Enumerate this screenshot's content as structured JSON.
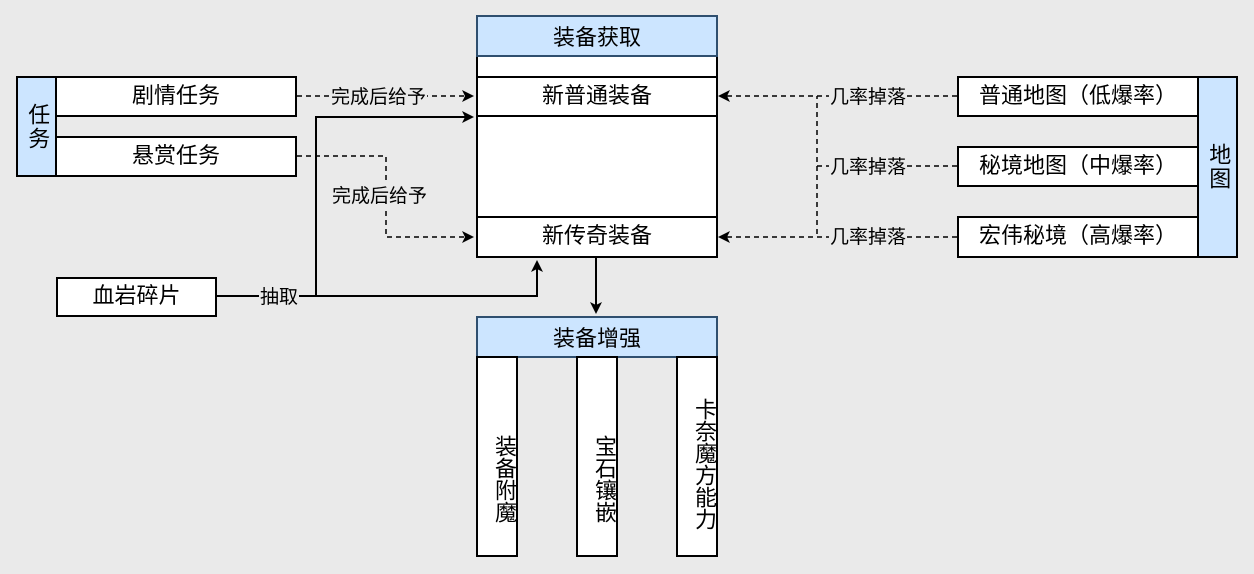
{
  "tasks": {
    "group_label": "任务",
    "story": "剧情任务",
    "bounty": "悬赏任务"
  },
  "maps": {
    "group_label": "地图",
    "normal": "普通地图（低爆率）",
    "secret": "秘境地图（中爆率）",
    "grand": "宏伟秘境（高爆率）"
  },
  "acquire": {
    "title": "装备获取",
    "normal_equip": "新普通装备",
    "legend_equip": "新传奇装备"
  },
  "blood_shard": "血岩碎片",
  "enhance": {
    "title": "装备增强",
    "enchant": "装备附魔",
    "gem": "宝石镶嵌",
    "kanai": "卡奈魔方能力"
  },
  "edge_labels": {
    "reward_1": "完成后给予",
    "reward_2": "完成后给予",
    "extract": "抽取",
    "drop_1": "几率掉落",
    "drop_2": "几率掉落",
    "drop_3": "几率掉落"
  },
  "colors": {
    "header_fill": "#cce5ff",
    "box_fill": "#ffffff",
    "background": "#eaeaea"
  }
}
